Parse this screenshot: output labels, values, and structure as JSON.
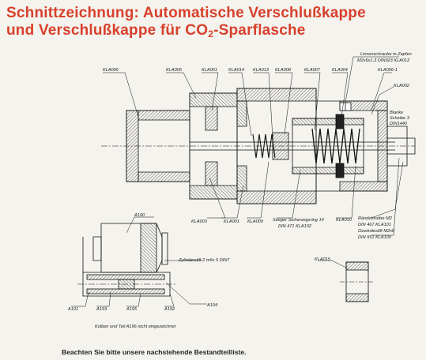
{
  "title": {
    "line1": "Schnittzeichnung: Automatische Verschlußkappe",
    "line2_prefix": "und Verschlußkappe für CO",
    "line2_sub": "2",
    "line2_suffix": "-Sparflasche"
  },
  "labels": {
    "kla006": "KLA006",
    "kla005": "KLA005",
    "kla001_top": "KLA001",
    "kla014": "KLA014",
    "kla013": "KLA013",
    "kla008": "KLA008",
    "kla007": "KLA007",
    "kla004": "KLA004",
    "linsen1": "Linsenschraube m.Zapfen",
    "linsen2": "M2x6x1,3 DIN923 KLA012",
    "kla006_1": "KLA006-1",
    "kla002": "KLA002",
    "blanke1": "Blanke",
    "blanke2": "Scheibe 3",
    "blanke3": "DIN1440",
    "kla003": "KLA003",
    "kla001_bot": "KLA001",
    "kla009": "KLA009",
    "seeger1": "Seeger Sicherungsring 14",
    "seeger2": "DIN 471 KLA102",
    "kla010": "KLA010",
    "rand1": "Rändelmutter M2",
    "rand2": "DIN 467 KLA101",
    "gew1": "Gewindestift M2x8",
    "gew2": "DIN 551 KLA100",
    "a190": "A190",
    "zyl": "Zylinderstift 2 m6x 5 DIN7",
    "a191": "A191",
    "a193": "A193",
    "a195": "A195",
    "a192": "A192",
    "a194": "A194",
    "kolben": "Kolben und Teil A196 nicht eingezeichnet",
    "kla015": "KLA015"
  },
  "footer": "Beachten Sie bitte unsere nachstehende Bestandteilliste."
}
